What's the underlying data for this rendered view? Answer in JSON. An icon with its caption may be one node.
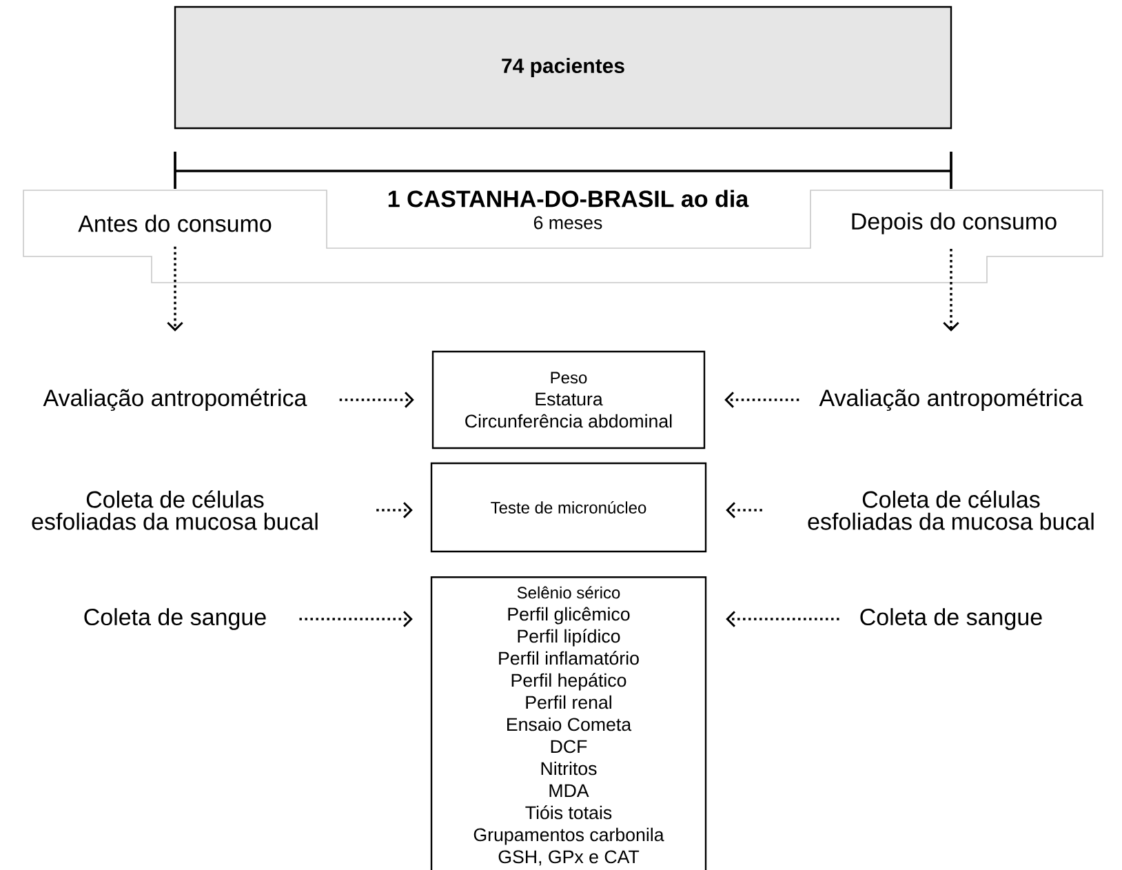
{
  "diagram": {
    "nodes": [
      {
        "text": [
          "74 pacientes"
        ]
      },
      {
        "text": [
          "Antes do consumo"
        ]
      },
      {
        "text": [
          "1 CASTANHA-DO-BRASIL ao dia",
          "6 meses"
        ]
      },
      {
        "text": [
          "Depois do consumo"
        ]
      },
      {
        "text": [
          "Avaliação antropométrica"
        ]
      },
      {
        "text": [
          "Peso",
          "Estatura",
          "Circunferência abdominal"
        ]
      },
      {
        "text": [
          "Avaliação antropométrica"
        ]
      },
      {
        "text": [
          "Coleta de células esfoliadas da mucosa bucal"
        ]
      },
      {
        "text": [
          "Teste de micronúcleo"
        ]
      },
      {
        "text": [
          "Coleta de células esfoliadas da mucosa bucal"
        ]
      },
      {
        "text": [
          "Coleta de sangue"
        ]
      },
      {
        "text": [
          "Selênio sérico",
          "Perfil glicêmico",
          "Perfil lipídico",
          "Perfil inflamatório",
          "Perfil hepático",
          "Perfil renal",
          "Ensaio Cometa",
          "DCF",
          "Nitritos",
          "MDA",
          "Tióis totais",
          "Grupamentos carbonila",
          "GSH, GPx e CAT"
        ]
      },
      {
        "text": [
          "Coleta de sangue"
        ]
      }
    ],
    "edges": [
      {
        "from": 1,
        "to": 4,
        "arrow": "to"
      },
      {
        "from": 3,
        "to": 6,
        "arrow": "to"
      },
      {
        "from": 4,
        "to": 5,
        "arrow": "to"
      },
      {
        "from": 6,
        "to": 5,
        "arrow": "to"
      },
      {
        "from": 7,
        "to": 8,
        "arrow": "to"
      },
      {
        "from": 9,
        "to": 8,
        "arrow": "to"
      },
      {
        "from": 10,
        "to": 11,
        "arrow": "to"
      },
      {
        "from": 12,
        "to": 11,
        "arrow": "to"
      }
    ]
  }
}
